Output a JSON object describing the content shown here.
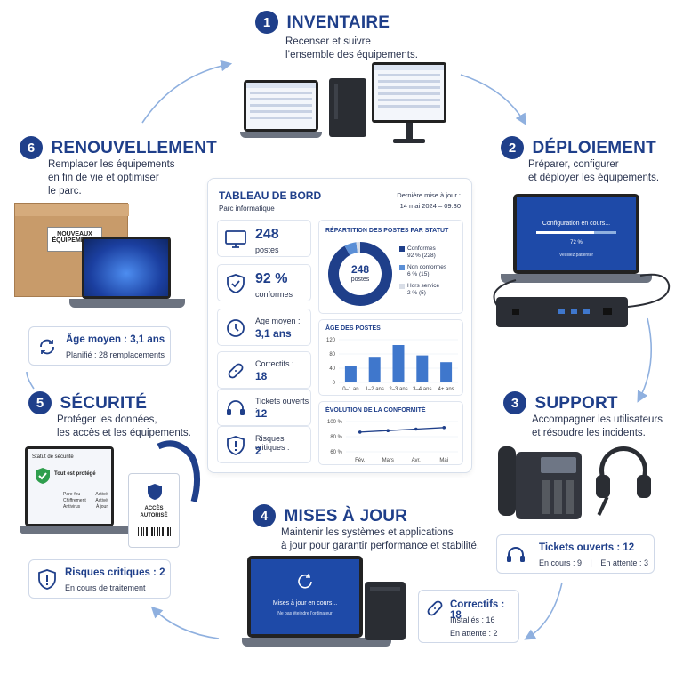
{
  "steps": {
    "s1": {
      "num": "1",
      "title": "INVENTAIRE",
      "desc_l1": "Recenser et suivre",
      "desc_l2": "l’ensemble des équipements."
    },
    "s2": {
      "num": "2",
      "title": "DÉPLOIEMENT",
      "desc_l1": "Préparer, configurer",
      "desc_l2": "et déployer les équipements."
    },
    "s3": {
      "num": "3",
      "title": "SUPPORT",
      "desc_l1": "Accompagner les utilisateurs",
      "desc_l2": "et résoudre les incidents."
    },
    "s4": {
      "num": "4",
      "title": "MISES À JOUR",
      "desc_l1": "Maintenir les systèmes et applications",
      "desc_l2": "à jour pour garantir performance et stabilité."
    },
    "s5": {
      "num": "5",
      "title": "SÉCURITÉ",
      "desc_l1": "Protéger les données,",
      "desc_l2": "les accès et les équipements."
    },
    "s6": {
      "num": "6",
      "title": "RENOUVELLEMENT",
      "desc_l1": "Remplacer les équipements",
      "desc_l2": "en fin de vie et optimiser",
      "desc_l3": "le parc."
    }
  },
  "info_cards": {
    "age": {
      "title": "Âge moyen : 3,1 ans",
      "sub": "Planifié : 28 remplacements"
    },
    "tickets": {
      "title": "Tickets ouverts : 12",
      "sub1": "En cours : 9",
      "sep": "|",
      "sub2": "En attente : 3"
    },
    "risques": {
      "title": "Risques critiques : 2",
      "sub": "En cours de traitement"
    },
    "correctifs": {
      "title": "Correctifs : 18",
      "sub1": "Installés : 16",
      "sub2": "En attente : 2"
    }
  },
  "device_labels": {
    "box_l1": "NOUVEAUX",
    "box_l2": "ÉQUIPEMENTS",
    "config_text": "Configuration en cours...",
    "config_pct": "72 %",
    "config_wait": "Veuillez patienter",
    "update_text": "Mises à jour en cours...",
    "update_sub": "Ne pas éteindre l’ordinateur",
    "sec_title": "Statut de sécurité",
    "sec_ok": "Tout est protégé",
    "sec_rows": [
      {
        "k": "Pare-feu",
        "v": "Activé"
      },
      {
        "k": "Chiffrement",
        "v": "Activé"
      },
      {
        "k": "Antivirus",
        "v": "À jour"
      }
    ],
    "badge_l1": "ACCÈS",
    "badge_l2": "AUTORISÉ"
  },
  "dashboard": {
    "title": "TABLEAU DE BORD",
    "subtitle": "Parc informatique",
    "update_label": "Dernière mise à jour :",
    "update_date": "14 mai 2024 – 09:30",
    "kpis": [
      {
        "value": "248",
        "label": "postes",
        "icon": "monitor-icon"
      },
      {
        "value": "92 %",
        "label": "conformes",
        "icon": "shield-check-icon"
      },
      {
        "value": "3,1 ans",
        "label": "Âge moyen :",
        "icon": "clock-icon"
      },
      {
        "value": "18",
        "label": "Correctifs :",
        "icon": "bandage-icon"
      },
      {
        "value": "12",
        "label": "Tickets ouverts :",
        "icon": "headset-icon"
      },
      {
        "value": "2",
        "label": "Risques critiques :",
        "icon": "shield-alert-icon"
      }
    ],
    "donut_title": "RÉPARTITION DES POSTES PAR STATUT",
    "donut_center_value": "248",
    "donut_center_label": "postes",
    "legend": [
      {
        "name": "Conformes",
        "detail": "92 % (228)",
        "color": "#1f3f8a"
      },
      {
        "name": "Non conformes",
        "detail": "6 % (15)",
        "color": "#5b8fd6"
      },
      {
        "name": "Hors service",
        "detail": "2 % (5)",
        "color": "#d9dee7"
      }
    ],
    "bar_title": "ÂGE DES POSTES",
    "line_title": "ÉVOLUTION DE LA CONFORMITÉ"
  },
  "chart_data": [
    {
      "type": "pie",
      "title": "RÉPARTITION DES POSTES PAR STATUT",
      "categories": [
        "Conformes",
        "Non conformes",
        "Hors service"
      ],
      "values": [
        228,
        15,
        5
      ],
      "colors": [
        "#1f3f8a",
        "#5b8fd6",
        "#d9dee7"
      ]
    },
    {
      "type": "bar",
      "title": "ÂGE DES POSTES",
      "categories": [
        "0–1 an",
        "1–2 ans",
        "2–3 ans",
        "3–4 ans",
        "4+ ans"
      ],
      "values": [
        45,
        72,
        105,
        76,
        57
      ],
      "ylim": [
        0,
        120
      ],
      "yticks": [
        "120",
        "80",
        "40",
        "0"
      ],
      "color": "#3f77cc"
    },
    {
      "type": "line",
      "title": "ÉVOLUTION DE LA CONFORMITÉ",
      "categories": [
        "Fév.",
        "Mars",
        "Avr.",
        "Mai"
      ],
      "values": [
        86,
        88,
        90,
        92
      ],
      "ylim": [
        60,
        100
      ],
      "yticks": [
        "100 %",
        "80 %",
        "60 %"
      ],
      "color": "#1f3f8a"
    }
  ],
  "colors": {
    "brand": "#1f3f8a",
    "accent": "#3f77cc",
    "arrow": "#8fb0df"
  }
}
